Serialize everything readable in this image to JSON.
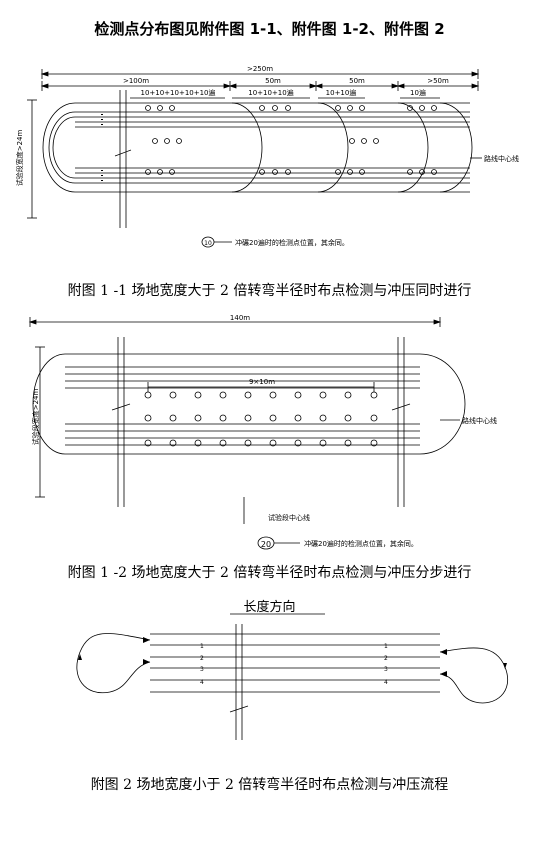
{
  "title": "检测点分布图见附件图 1-1、附件图 1-2、附件图 2",
  "fig1": {
    "total": ">250m",
    "seg1": ">100m",
    "seg2": "50m",
    "seg3": "50m",
    "seg4": ">50m",
    "pass1": "10+10+10+10+10遍",
    "pass2": "10+10+10遍",
    "pass3": "10+10遍",
    "pass4": "10遍",
    "width_label": "试验段宽度>24m",
    "centerline": "路线中心线",
    "legend_num": "10",
    "legend_text": "冲碾20遍时的检测点位置，其余同。",
    "caption": "附图 1 -1    场地宽度大于 2 倍转弯半径时布点检测与冲压同时进行"
  },
  "fig2": {
    "total": "140m",
    "grid": "9×10m",
    "width_label": "试验段宽度>24m",
    "centerline": "路线中心线",
    "section_centerline": "试验段中心线",
    "legend_num": "20",
    "legend_text": "冲碾20遍时的检测点位置，其余同。",
    "caption": "附图 1 -2    场地宽度大于 2 倍转弯半径时布点检测与冲压分步进行"
  },
  "fig3": {
    "direction": "长度方向",
    "lanes": [
      "1",
      "2",
      "3",
      "4"
    ],
    "caption": "附图 2    场地宽度小于 2 倍转弯半径时布点检测与冲压流程"
  }
}
